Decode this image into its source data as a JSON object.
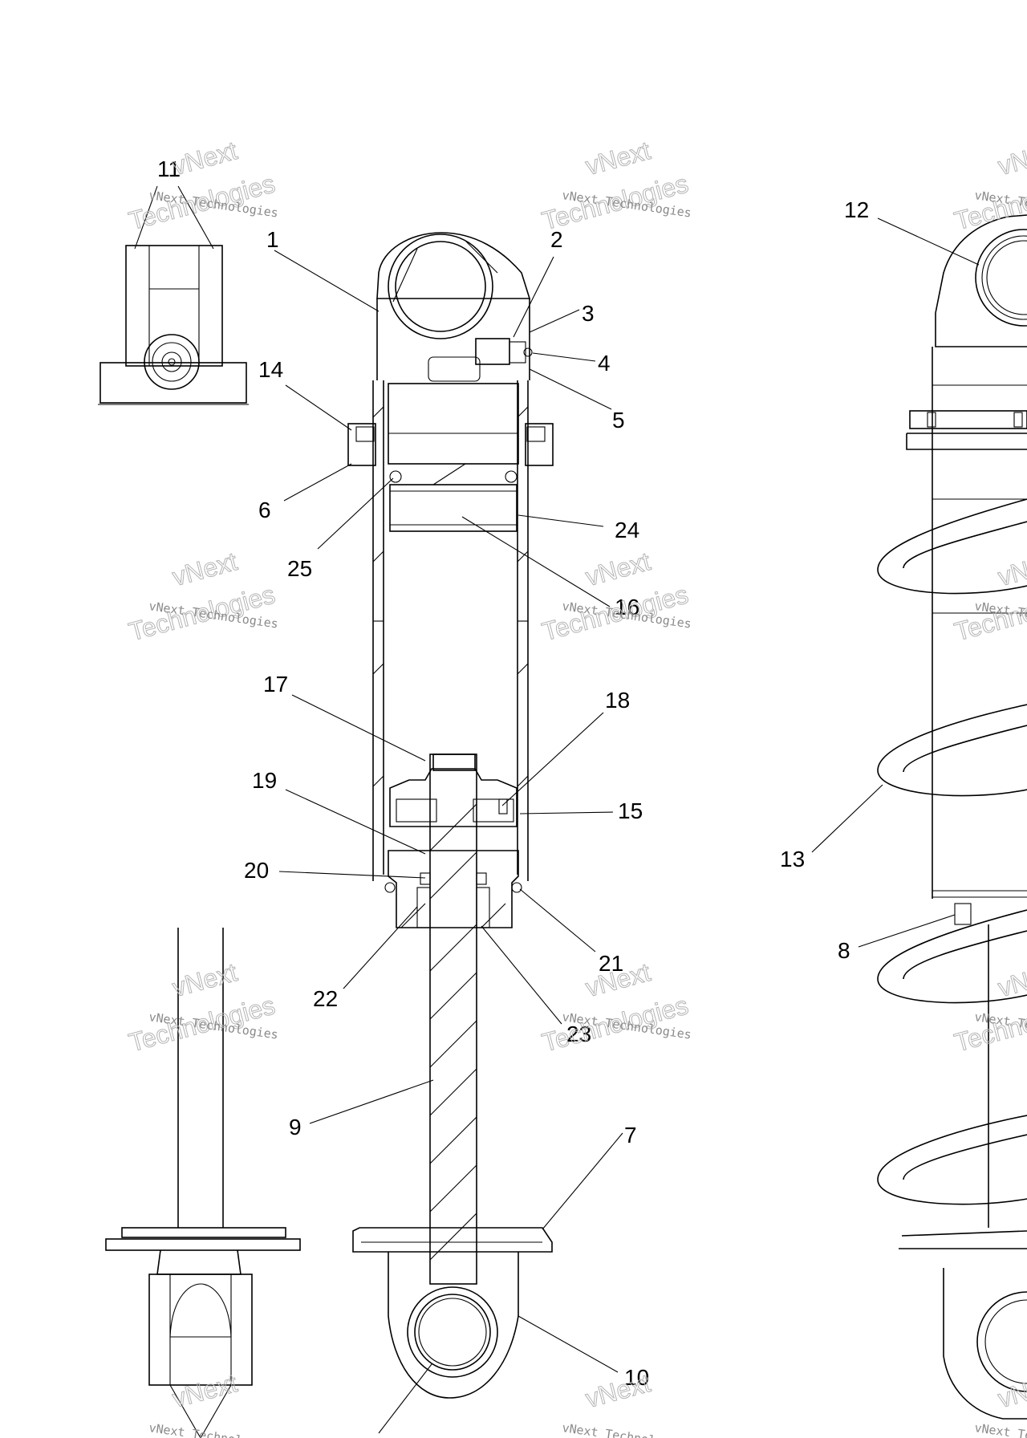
{
  "watermark": {
    "line1": "vNext Technologies",
    "line2": "vNext",
    "line3": "Technologies"
  },
  "callouts": [
    "1",
    "2",
    "3",
    "4",
    "5",
    "6",
    "7",
    "8",
    "9",
    "10",
    "11",
    "12",
    "13",
    "14",
    "15",
    "16",
    "17",
    "18",
    "19",
    "20",
    "21",
    "22",
    "23",
    "24",
    "25"
  ]
}
